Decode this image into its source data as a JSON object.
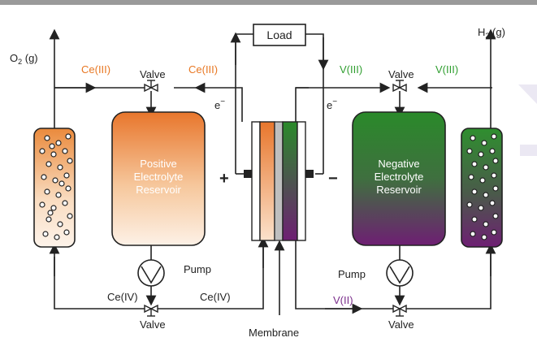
{
  "top_bar_color": "#9a9a9a",
  "colors": {
    "ce3": "#e87722",
    "v3": "#2f9e2f",
    "v2": "#7b2e8c",
    "line": "#222222",
    "orange_top": "#e8762c",
    "green_top": "#2a8a2a",
    "purple_bottom": "#6e1f73"
  },
  "labels": {
    "o2": "O",
    "o2_sub": "2",
    "o2_suffix": " (g)",
    "h2": "H",
    "h2_sub": "2",
    "h2_suffix": " (g)",
    "ce3_left": "Ce(III)",
    "ce3_right": "Ce(III)",
    "valve_top_left": "Valve",
    "valve_top_right": "Valve",
    "v3_left": "V(III)",
    "v3_right": "V(III)",
    "load": "Load",
    "e_left": "e",
    "e_right": "e",
    "e_sup": "−",
    "plus": "+",
    "minus": "−",
    "pos_reservoir": [
      "Positive",
      "Electrolyte",
      "Reservoir"
    ],
    "neg_reservoir": [
      "Negative",
      "Electrolyte",
      "Reservoir"
    ],
    "pump_left": "Pump",
    "pump_right": "Pump",
    "ce4_left": "Ce(IV)",
    "ce4_right": "Ce(IV)",
    "v2": "V(II)",
    "valve_bottom_left": "Valve",
    "valve_bottom_right": "Valve",
    "membrane": "Membrane"
  },
  "icons": [
    "valve-icon",
    "pump-icon",
    "gas-bubble-column",
    "electrochemical-cell",
    "arrow"
  ]
}
